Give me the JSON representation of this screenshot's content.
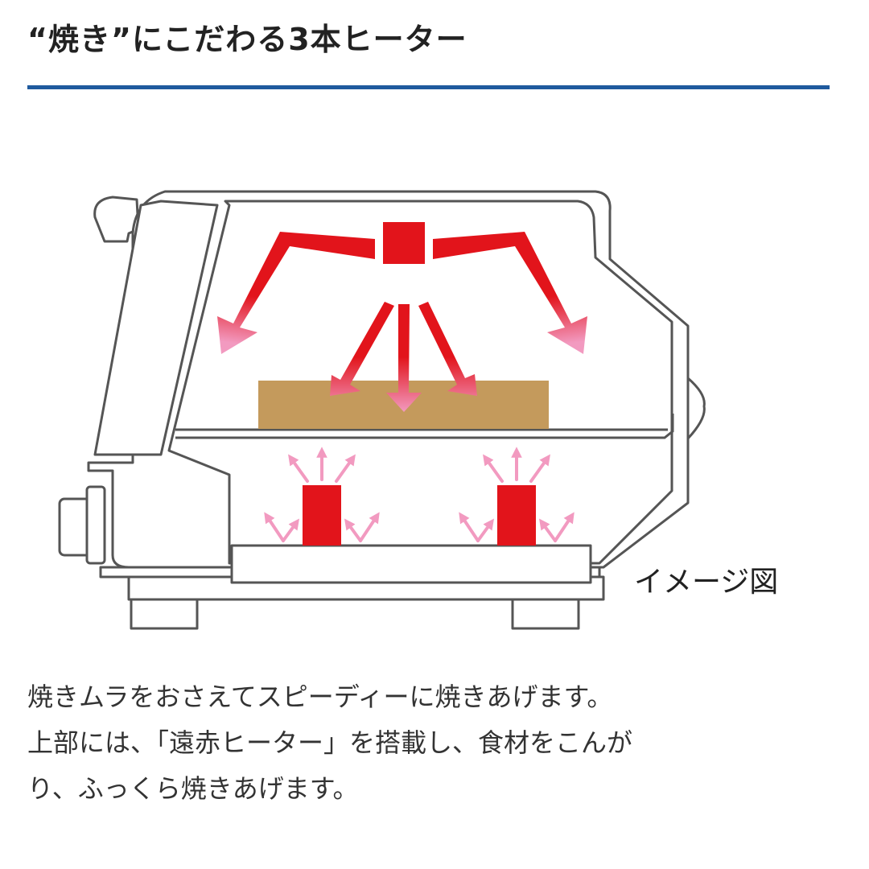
{
  "heading": {
    "title": "“焼き”にこだわる3本ヒーター",
    "rule_color": "#1f5a9e"
  },
  "diagram": {
    "caption": "イメージ図",
    "heater_color": "#e2141b",
    "heat_arrow_tip_color": "#f29ac0",
    "food_color": "#c49a5c",
    "outline_color": "#555555"
  },
  "description": {
    "lines": [
      "焼きムラをおさえてスピーディーに焼きあげます。",
      "上部には、「遠赤ヒーター」を搭載し、食材をこんが",
      "り、ふっくら焼きあげます。"
    ]
  }
}
